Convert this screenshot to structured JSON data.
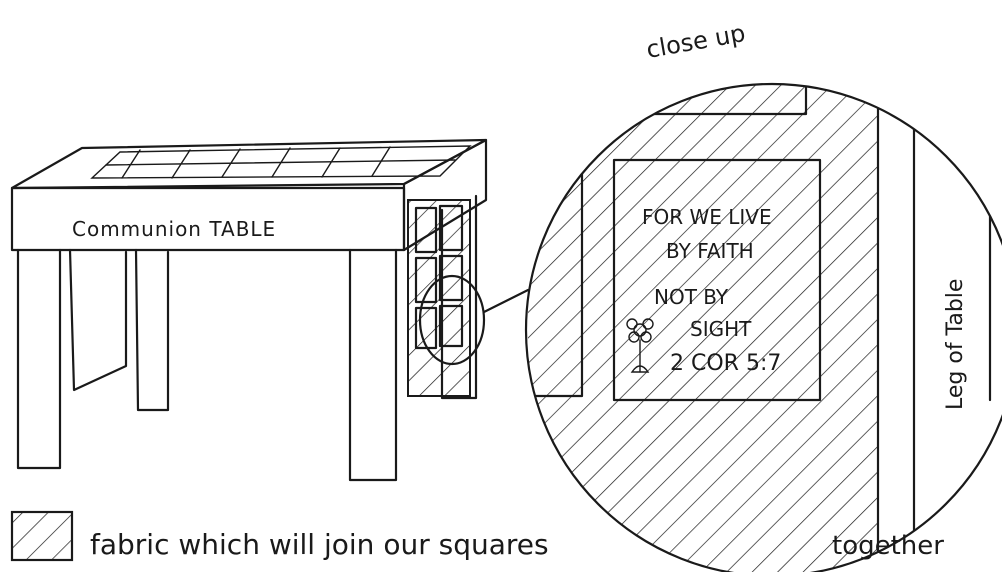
{
  "labels": {
    "table": "Communion TABLE",
    "close_up": "close up",
    "leg": "Leg of Table",
    "legend": "fabric which will join our squares",
    "legend_end": "together"
  },
  "square_text": [
    "FOR WE LIVE",
    "BY FAITH",
    "NOT BY",
    "SIGHT",
    "2 COR 5:7"
  ]
}
